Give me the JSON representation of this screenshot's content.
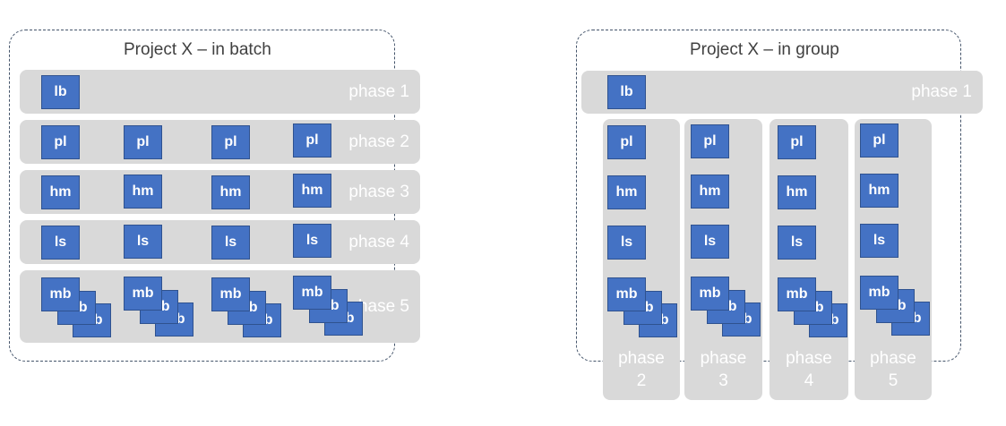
{
  "batch": {
    "title": "Project X – in batch",
    "phases": [
      "phase 1",
      "phase 2",
      "phase 3",
      "phase 4",
      "phase 5"
    ]
  },
  "group": {
    "title": "Project X – in group",
    "phase1": "phase 1",
    "column_phases": [
      "phase\n2",
      "phase\n3",
      "phase\n4",
      "phase\n5"
    ]
  },
  "boxes": {
    "lb": "lb",
    "pl": "pl",
    "hm": "hm",
    "ls": "ls",
    "mb": "mb"
  },
  "colors": {
    "box_fill": "#4472c4",
    "box_border": "#2f528f",
    "phase_fill": "#d9d9d9",
    "frame_border": "#44546a"
  }
}
